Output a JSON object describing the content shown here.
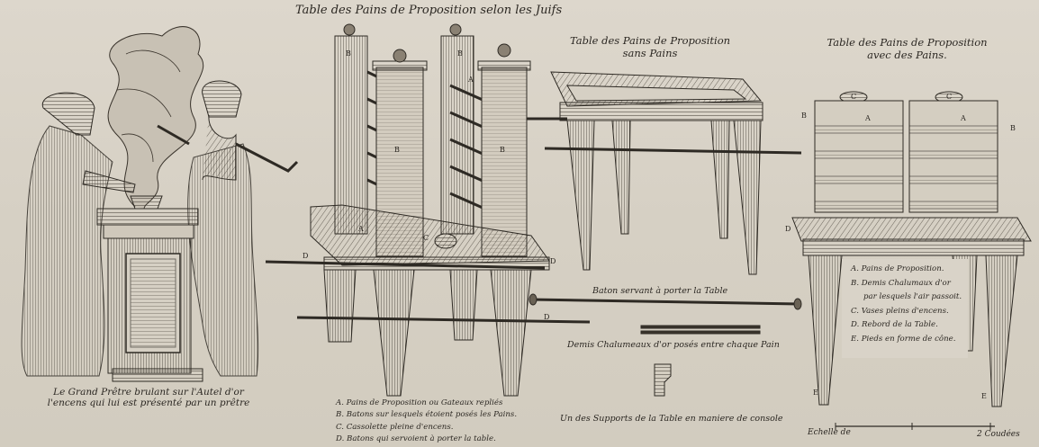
{
  "title_main": "Table des Pains de Proposition selon les Juifs",
  "title_without_bread": [
    "Table des Pains de Proposition",
    "sans Pains"
  ],
  "title_with_bread": [
    "Table des Pains de Proposition",
    "avec des Pains."
  ],
  "caption_priest": [
    "Le Grand Prêtre brulant sur l'Autel d'or",
    "l'encens qui lui est présenté par un prêtre"
  ],
  "legend_left": [
    "A. Pains de Proposition ou Gateaux repliés",
    "B. Batons sur lesquels étoient posés les Pains.",
    "C. Cassolette pleine d'encens.",
    "D. Batons qui servoient à porter la table."
  ],
  "legend_right": [
    "A. Pains de Proposition.",
    "B. Demis Chalumaux d'or",
    "par lesquels l'air passoit.",
    "C. Vases pleins d'encens.",
    "D. Rebord de la Table.",
    "E. Pieds en forme de cône."
  ],
  "label_baton": "Baton servant à porter la Table",
  "label_chalumeaux": "Demis Chalumeaux d'or posés entre chaque Pain",
  "label_support": "Un des Supports de la Table en maniere de console",
  "scale_label_left": "Echelle de",
  "scale_label_right": "2 Coudées",
  "letters": {
    "A": "A",
    "B": "B",
    "C": "C",
    "D": "D",
    "E": "E"
  },
  "colors": {
    "paper": "#d9d3c8",
    "ink": "#2b2722"
  }
}
